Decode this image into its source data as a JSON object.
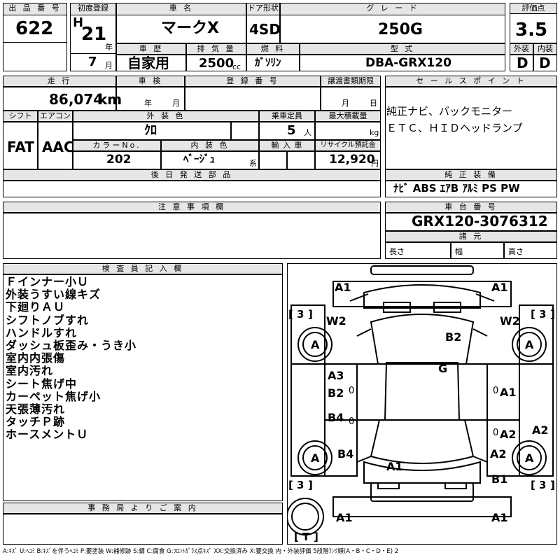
{
  "lot": {
    "label": "出 品 番 号",
    "value": "622"
  },
  "first_reg": {
    "label": "初度登録",
    "era": "H",
    "year": "21",
    "year_unit": "年",
    "month": "7",
    "month_unit": "月"
  },
  "car_name": {
    "label": "車 名",
    "value": "マークX"
  },
  "door": {
    "label": "ドア形状",
    "value": "4SD"
  },
  "grade": {
    "label": "グ レ ー ド",
    "value": "250G"
  },
  "score": {
    "label": "評価点",
    "value": "3.5"
  },
  "history": {
    "label": "車 歴",
    "value": "自家用"
  },
  "displacement": {
    "label": "排 気 量",
    "value": "2500",
    "unit": "cc"
  },
  "fuel": {
    "label": "燃 料",
    "value": "ｶﾞｿﾘﾝ"
  },
  "model": {
    "label": "型 式",
    "value": "DBA-GRX120"
  },
  "exterior": {
    "label": "外装",
    "value": "D"
  },
  "interior": {
    "label": "内装",
    "value": "D"
  },
  "mileage": {
    "label": "走 行",
    "value": "86,074",
    "unit": "km"
  },
  "inspection": {
    "label": "車 検",
    "year_unit": "年",
    "month_unit": "月"
  },
  "reg_number": {
    "label": "登 録 番 号"
  },
  "transfer": {
    "label": "譲渡書類期限",
    "month_unit": "月",
    "day_unit": "日"
  },
  "shift": {
    "label": "シフト",
    "value": "FAT"
  },
  "aircon": {
    "label": "エアコン",
    "value": "AAC"
  },
  "ext_color": {
    "label": "外 装 色",
    "value": "ｸﾛ"
  },
  "capacity": {
    "label": "乗車定員",
    "value": "5",
    "unit": "人"
  },
  "max_load": {
    "label": "最大積載量",
    "unit": "kg"
  },
  "color_no": {
    "label": "カラーNo.",
    "value": "202"
  },
  "int_color": {
    "label": "内 装 色",
    "value": "ﾍﾞｰｼﾞｭ",
    "suffix": "系"
  },
  "import": {
    "label": "輸 入 車"
  },
  "recycle": {
    "label": "リサイクル預託金",
    "value": "12,920",
    "unit": "円"
  },
  "later_parts": {
    "label": "後 日 発 送 部 品"
  },
  "sales_point": {
    "label": "セ ー ル ス ポ イ ン ト",
    "lines": [
      "純正ナビ、バックモニター",
      "ＥＴＣ、ＨＩＤヘッドランプ"
    ]
  },
  "genuine": {
    "label": "純 正 装 備",
    "value": "ﾅﾋﾞ ABS ｴｱB ｱﾙﾐ PS PW"
  },
  "caution": {
    "label": "注 意 事 項 欄"
  },
  "chassis": {
    "label": "車 台 番 号",
    "value": "GRX120-3076312"
  },
  "specs": {
    "label": "諸 元",
    "length": "長さ",
    "width": "幅",
    "height": "高さ"
  },
  "inspector": {
    "label": "検 査 員 記 入 欄",
    "lines": [
      "Ｆインナー小Ｕ",
      "外装うすい線キズ",
      "下廻りＡＵ",
      "シフトノブすれ",
      "ハンドルすれ",
      "ダッシュ板歪み・うき小",
      "室内内張傷",
      "室内汚れ",
      "シート焦げ中",
      "カーペット焦げ小",
      "天張薄汚れ",
      "タッチＰ跡",
      "ホースメントＵ"
    ]
  },
  "office": {
    "label": "事 務 局 よ り ご 案 内"
  },
  "diagram": {
    "marks": [
      "A1",
      "A1",
      "W2",
      "W2",
      "B2",
      "A",
      "A",
      "G",
      "A3",
      "B2",
      "A1",
      "B4",
      "A2",
      "A2",
      "A",
      "A",
      "B4",
      "A2",
      "A1",
      "B1",
      "A1",
      "A1"
    ],
    "tires": [
      "3",
      "3",
      "3",
      "3",
      "T"
    ]
  },
  "legend": "A:ｷｽﾞ U:ﾍｺﾐ B:ｷｽﾞを伴うﾍｺﾐ P:要塗装 W:補修跡 S:錆 C:腐食 G:ﾌﾛﾝﾄｶﾞﾗｽ点ｷｽﾞ XX:交換済み X:要交換  内・外装評価  5段階ﾗﾝｸ順(A・B・C・D・E) 2"
}
